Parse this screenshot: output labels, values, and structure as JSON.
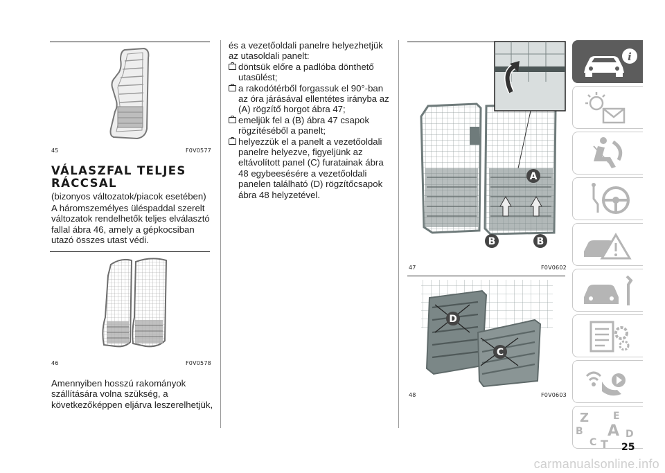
{
  "figures": {
    "fig45": {
      "number": "45",
      "code": "F0V0577"
    },
    "fig46": {
      "number": "46",
      "code": "F0V0578"
    },
    "fig47": {
      "number": "47",
      "code": "F0V0602",
      "labels": [
        "A",
        "B",
        "B"
      ]
    },
    "fig48": {
      "number": "48",
      "code": "F0V0603",
      "labels": [
        "D",
        "C"
      ]
    }
  },
  "section": {
    "title_line1": "VÁLASZFAL TELJES",
    "title_line2": "RÁCCSAL",
    "subtitle": "(bizonyos változatok/piacok esetében)",
    "paragraph1": "A háromszemélyes üléspaddal szerelt változatok rendelhetők teljes elválasztó fallal ábra 46, amely a gépkocsiban utazó összes utast védi.",
    "paragraph2": "Amennyiben hosszú rakományok szállítására volna szükség, a következőképpen eljárva leszerelhetjük,"
  },
  "column2": {
    "intro": "és a vezetőoldali panelre helyezhetjük az utasoldali panelt:",
    "bullets": [
      "döntsük előre a padlóba dönthető utasülést;",
      "a rakodótérből forgassuk el 90°-ban az óra járásával ellentétes irányba az (A) rögzítő horgot ábra 47;",
      "emeljük fel a (B) ábra 47 csapok rögzítéséből a panelt;",
      "helyezzük el a panelt a vezetőoldali panelre helyezve, figyeljünk az eltávolított panel (C) furatainak ábra 48 egybeesésére a vezetőoldali panelen található (D) rögzítőcsapok ábra 48 helyzetével."
    ]
  },
  "side_tabs": [
    {
      "icon": "car-info-icon",
      "active": true
    },
    {
      "icon": "warning-lights-icon",
      "active": false
    },
    {
      "icon": "airbag-seat-icon",
      "active": false
    },
    {
      "icon": "steering-wheel-icon",
      "active": false
    },
    {
      "icon": "crash-warning-icon",
      "active": false
    },
    {
      "icon": "car-service-icon",
      "active": false
    },
    {
      "icon": "specifications-icon",
      "active": false
    },
    {
      "icon": "multimedia-icon",
      "active": false
    },
    {
      "icon": "alphabetical-index-icon",
      "active": false,
      "letters": [
        "Z",
        "E",
        "B",
        "A",
        "D",
        "C",
        "T"
      ]
    }
  ],
  "page_number": "25",
  "watermark": "carmanualsonline.info",
  "colors": {
    "active_tab": "#5c5c5c",
    "tab_icon": "#b5b5b5",
    "panel_grey": "#6f7b7b",
    "callout": "#444444"
  }
}
